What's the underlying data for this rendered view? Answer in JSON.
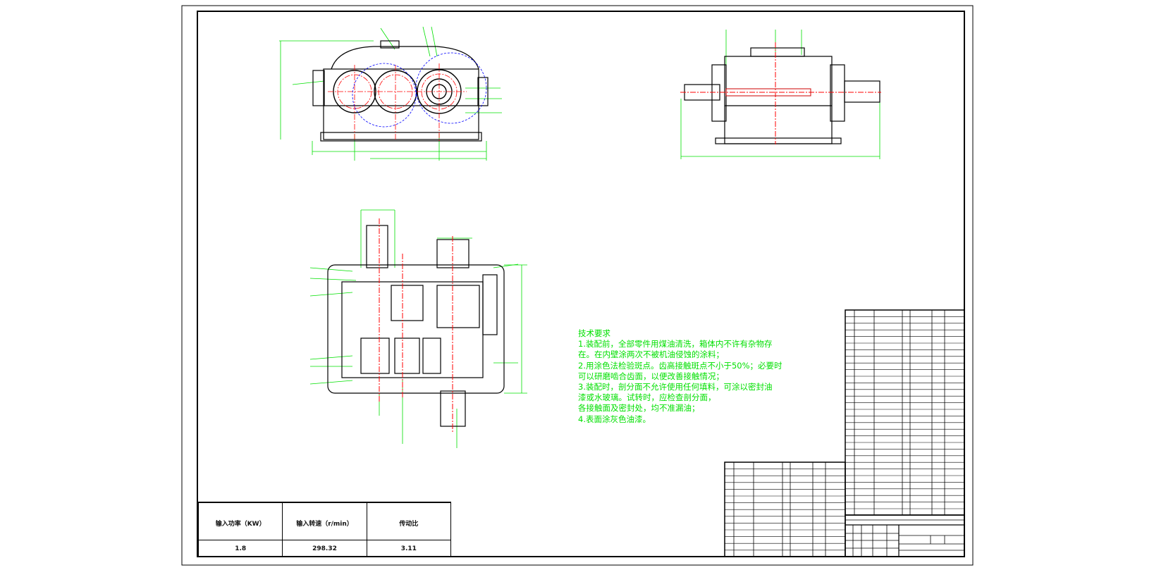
{
  "colors": {
    "lines": "#000000",
    "dimensions": "#00e000",
    "centerlines": "#ff0000",
    "hidden": "#0000ff"
  },
  "technical_requirements": {
    "title": "技术要求",
    "lines": [
      "1.装配前，全部零件用煤油清洗，箱体内不许有杂物存",
      "在。在内壁涂两次不被机油侵蚀的涂料；",
      "2.用涂色法检验斑点。齿高接触斑点不小于50%；必要时",
      "可以研磨啮合齿面，以便改善接触情况；",
      "3.装配时，剖分面不允许使用任何填料，可涂以密封油",
      "漆或水玻璃。试转时，应检查剖分面，",
      "各接触面及密封处，均不准漏油；",
      "4.表面涂灰色油漆。"
    ]
  },
  "parameters_table": {
    "headers": [
      "输入功率（KW）",
      "输入转速（r/min）",
      "传动比"
    ],
    "values": [
      "1.8",
      "298.32",
      "3.11"
    ]
  }
}
